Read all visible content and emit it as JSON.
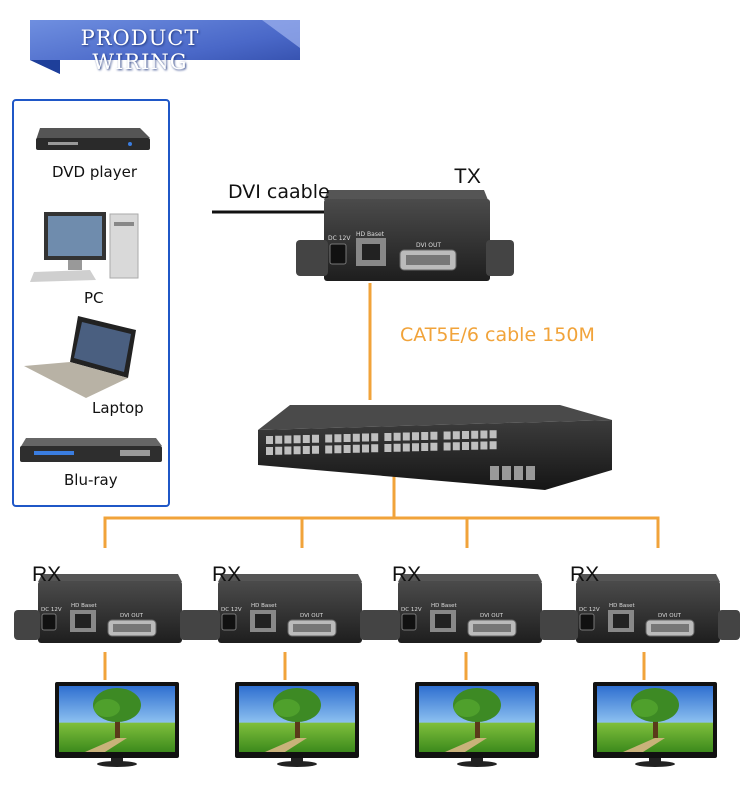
{
  "header": {
    "title": "PRODUCT WIRING"
  },
  "sources": [
    {
      "label": "DVD player",
      "icon": "dvd-player-icon"
    },
    {
      "label": "PC",
      "icon": "desktop-pc-icon"
    },
    {
      "label": "Laptop",
      "icon": "laptop-icon"
    },
    {
      "label": "Blu-ray",
      "icon": "bluray-player-icon"
    }
  ],
  "transmitter": {
    "label": "TX",
    "input_cable_label": "DVI caable",
    "ports": {
      "power": "DC 12V",
      "network": "HD Baset",
      "video": "DVI OUT"
    }
  },
  "link": {
    "label": "CAT5E/6 cable 150M",
    "color": "#f1a33a"
  },
  "receivers": [
    {
      "label": "RX",
      "ports": {
        "power": "DC 12V",
        "network": "HD Baset",
        "video": "DVI OUT"
      }
    },
    {
      "label": "RX",
      "ports": {
        "power": "DC 12V",
        "network": "HD Baset",
        "video": "DVI OUT"
      }
    },
    {
      "label": "RX",
      "ports": {
        "power": "DC 12V",
        "network": "HD Baset",
        "video": "DVI OUT"
      }
    },
    {
      "label": "RX",
      "ports": {
        "power": "DC 12V",
        "network": "HD Baset",
        "video": "DVI OUT"
      }
    }
  ],
  "colors": {
    "banner": "#4a68c8",
    "panel_border": "#1f57c7",
    "cable": "#f1a33a"
  }
}
